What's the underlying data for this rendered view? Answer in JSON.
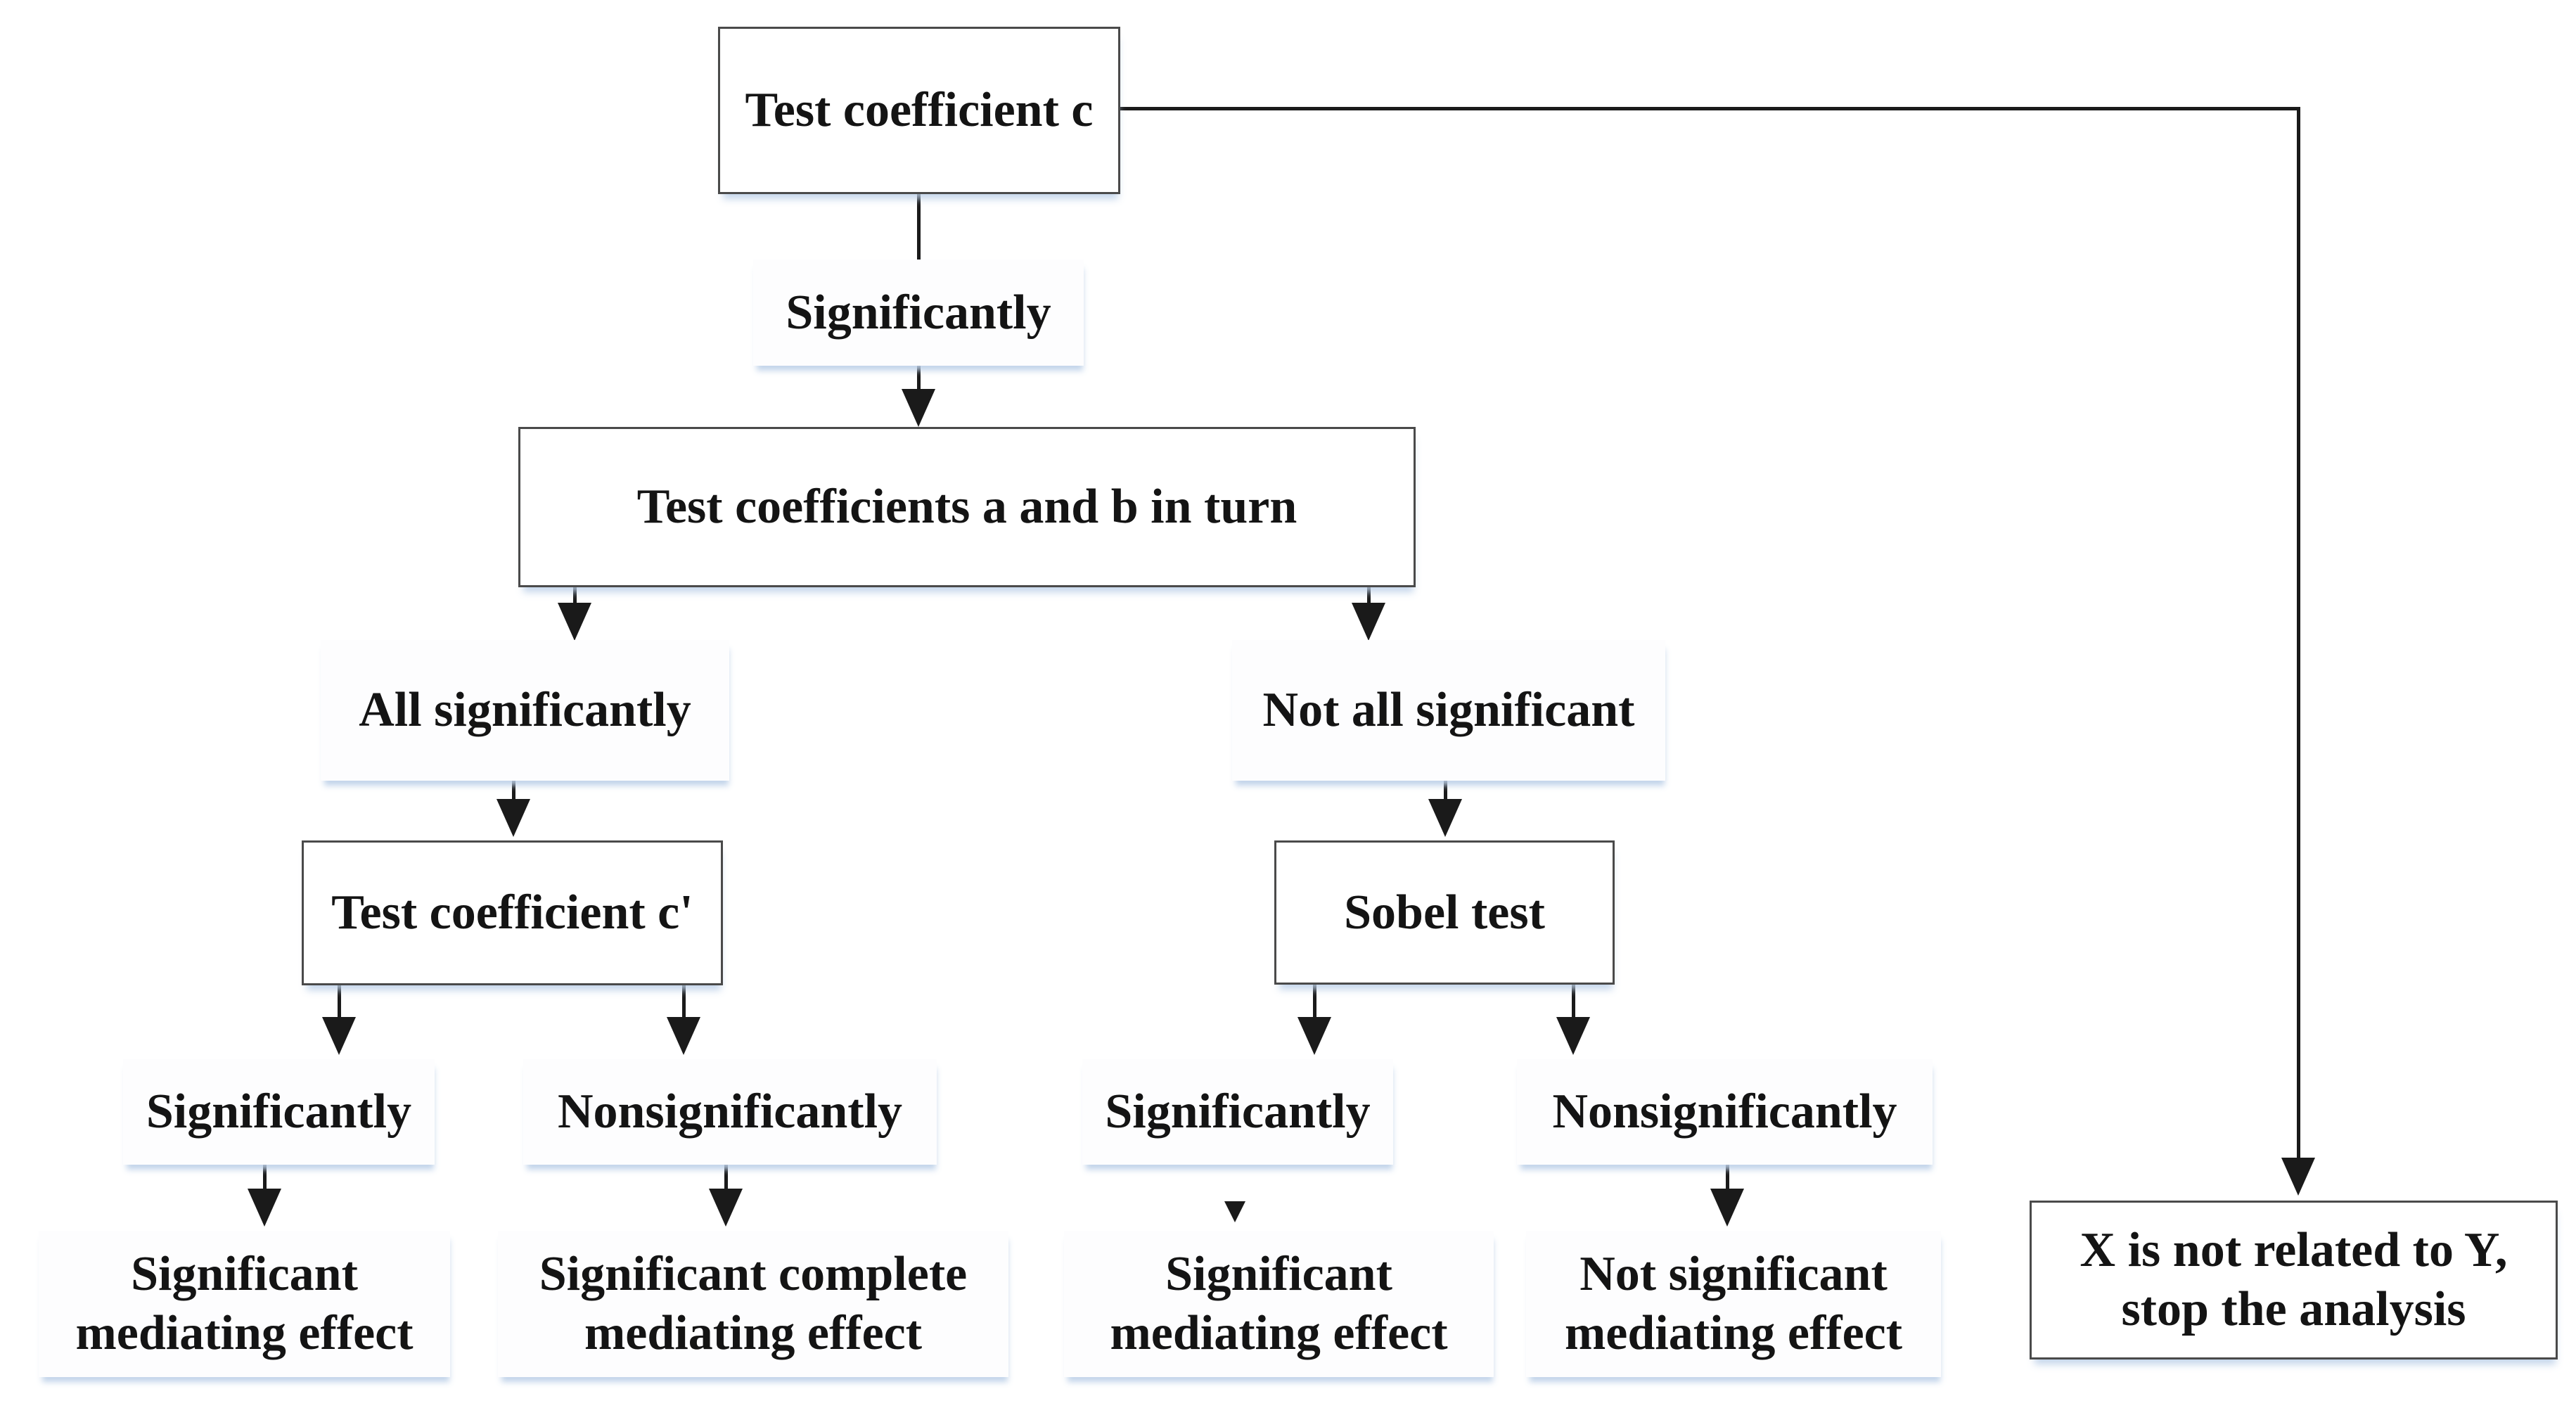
{
  "flowchart": {
    "colors": {
      "background": "#ffffff",
      "line": "#1a1a1a",
      "box_border": "#4a4a4a",
      "text": "#141414"
    },
    "nodes": {
      "test_c": "Test coefficient c",
      "significantly": "Significantly",
      "test_ab": "Test coefficients a and b in turn",
      "all_significantly": "All significantly",
      "not_all_significant": "Not all significant",
      "test_c_prime": "Test coefficient c'",
      "sobel_test": "Sobel test",
      "cprime_significantly": "Significantly",
      "cprime_nonsignificantly": "Nonsignificantly",
      "sobel_significantly": "Significantly",
      "sobel_nonsignificantly": "Nonsignificantly",
      "outcome_significant_mediating": "Significant\nmediating effect",
      "outcome_significant_complete_mediating": "Significant complete\nmediating effect",
      "outcome_sobel_significant_mediating": "Significant\nmediating effect",
      "outcome_not_significant_mediating": "Not significant\nmediating effect",
      "stop_analysis": "X is not related to Y,\nstop the analysis"
    }
  }
}
